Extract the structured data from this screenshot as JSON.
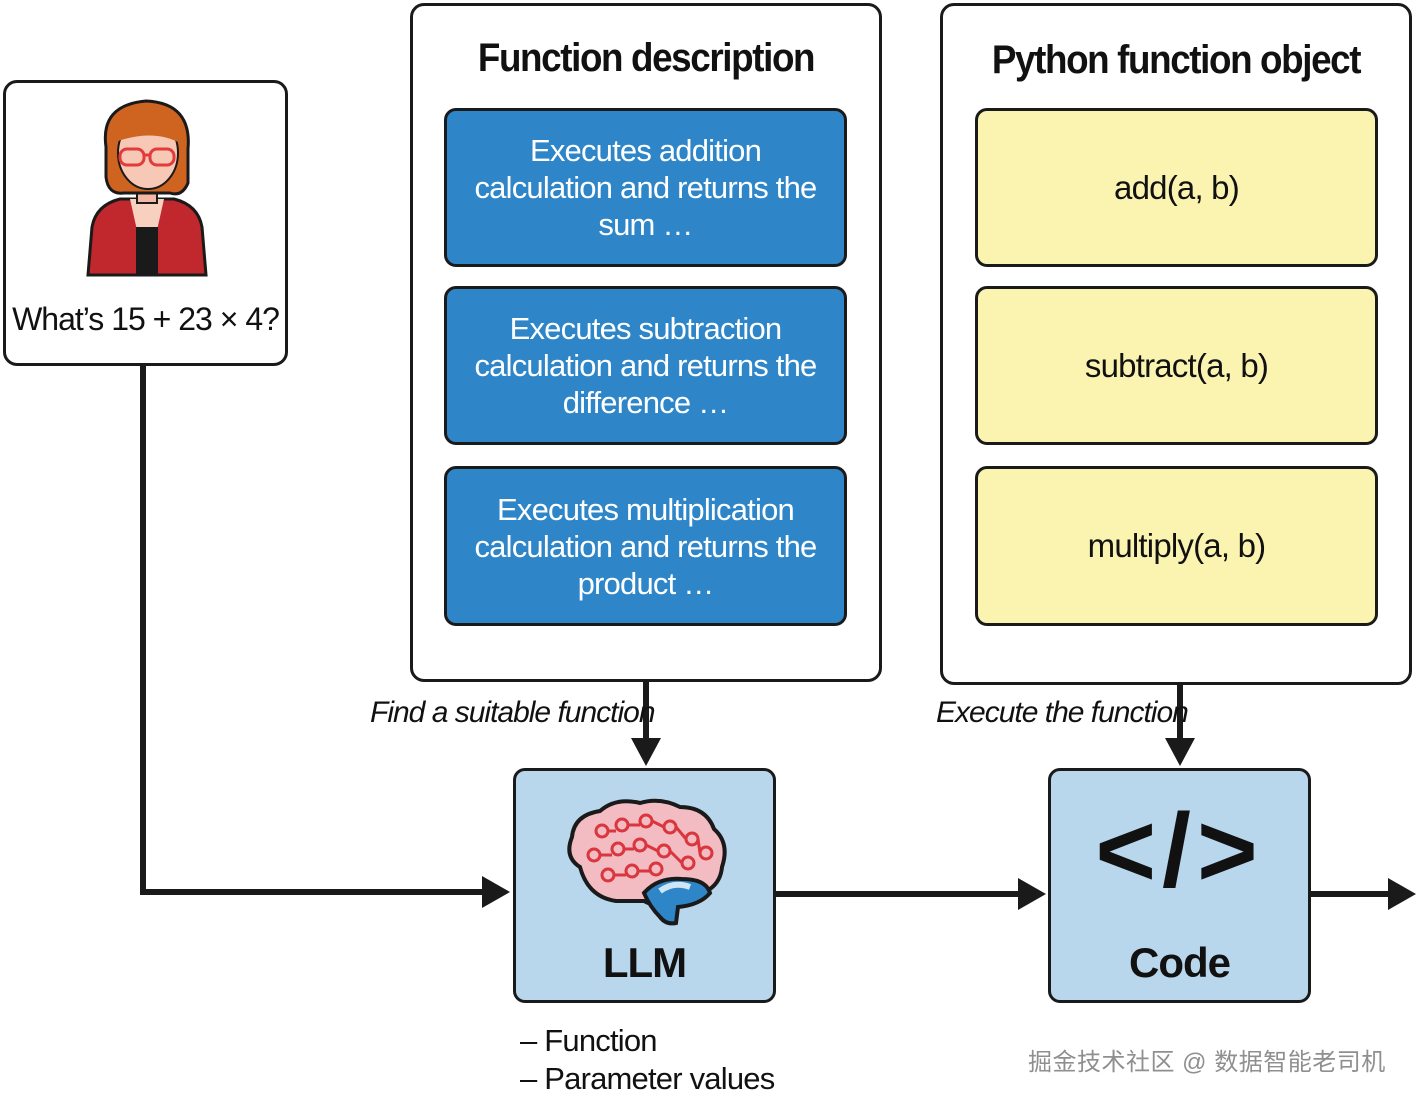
{
  "user": {
    "question": "What’s 15 + 23 × 4?",
    "avatar_icon": "woman-with-glasses-icon"
  },
  "function_description": {
    "title": "Function description",
    "items": [
      "Executes addition calculation and returns the sum …",
      "Executes subtraction calculation and returns the difference …",
      "Executes multiplication calculation and returns the product …"
    ]
  },
  "python_functions": {
    "title": "Python function object",
    "items": [
      "add(a, b)",
      "subtract(a, b)",
      "multiply(a, b)"
    ]
  },
  "edges": {
    "find_function": "Find a suitable function",
    "execute_function": "Execute the function"
  },
  "llm": {
    "label": "LLM",
    "icon": "brain-circuit-icon"
  },
  "code": {
    "label": "Code",
    "glyph": "</>"
  },
  "llm_outputs": [
    "– Function",
    "– Parameter values"
  ],
  "watermark": "掘金技术社区 @ 数据智能老司机",
  "colors": {
    "blue_box": "#2e86c9",
    "yellow_box": "#fbf3b0",
    "node_box": "#b8d6ec",
    "stroke": "#1a1a1a"
  }
}
